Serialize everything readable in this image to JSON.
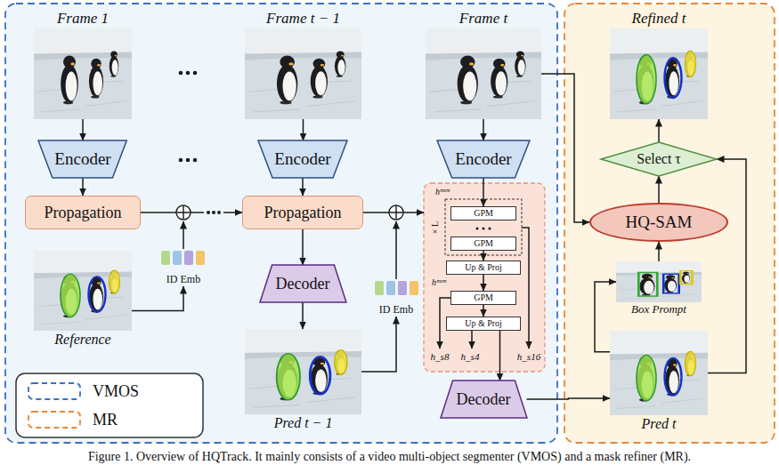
{
  "diagram": {
    "caption": "Figure 1. Overview of HQTrack. It mainly consists of a video multi-object segmenter (VMOS) and a mask refiner (MR).",
    "nodes": [
      {
        "text": [
          "Frame 1"
        ]
      },
      {
        "text": [
          "Frame t − 1"
        ]
      },
      {
        "text": [
          "Frame t"
        ]
      },
      {
        "text": [
          "Refined t"
        ]
      },
      {
        "text": [
          "Encoder"
        ]
      },
      {
        "text": [
          "Encoder"
        ]
      },
      {
        "text": [
          "Encoder"
        ]
      },
      {
        "text": [
          "Select τ"
        ]
      },
      {
        "text": [
          "Propagation"
        ]
      },
      {
        "text": [
          "Propagation"
        ]
      },
      {
        "text": [
          "GPM"
        ]
      },
      {
        "text": [
          "HQ-SAM"
        ]
      },
      {
        "text": [
          "GPM"
        ]
      },
      {
        "text": [
          "Reference"
        ]
      },
      {
        "text": [
          "ID Emb"
        ]
      },
      {
        "text": [
          "Up & Proj"
        ]
      },
      {
        "text": [
          "Decoder"
        ]
      },
      {
        "text": [
          "Box Prompt"
        ]
      },
      {
        "text": [
          "ID Emb"
        ]
      },
      {
        "text": [
          "GPM"
        ]
      },
      {
        "text": [
          "Up & Proj"
        ]
      },
      {
        "text": [
          "Pred t − 1"
        ]
      },
      {
        "text": [
          "Pred t"
        ]
      },
      {
        "text": [
          "Decoder"
        ]
      }
    ],
    "edges": [
      {
        "from": 0,
        "to": 4,
        "arrow": "to"
      },
      {
        "from": 1,
        "to": 5,
        "arrow": "to"
      },
      {
        "from": 2,
        "to": 6,
        "arrow": "to"
      },
      {
        "from": 4,
        "to": 8,
        "arrow": "to"
      },
      {
        "from": 5,
        "to": 9,
        "arrow": "to"
      },
      {
        "from": 9,
        "to": 16,
        "arrow": "to"
      },
      {
        "from": 16,
        "to": 21,
        "arrow": "to"
      },
      {
        "from": 8,
        "to": 9,
        "arrow": "to"
      },
      {
        "from": 13,
        "to": 14,
        "arrow": "to"
      },
      {
        "from": 21,
        "to": 18,
        "arrow": "to"
      },
      {
        "from": 6,
        "to": 10,
        "arrow": "to"
      },
      {
        "from": 12,
        "to": 15,
        "arrow": "to"
      },
      {
        "from": 15,
        "to": 19,
        "arrow": "to"
      },
      {
        "from": 19,
        "to": 20,
        "arrow": "to"
      },
      {
        "from": 20,
        "to": 23,
        "arrow": "to"
      },
      {
        "from": 2,
        "to": 11,
        "arrow": "to"
      },
      {
        "from": 23,
        "to": 22,
        "arrow": "to"
      },
      {
        "from": 22,
        "to": 17,
        "arrow": "to"
      },
      {
        "from": 17,
        "to": 11,
        "arrow": "to"
      },
      {
        "from": 11,
        "to": 7,
        "arrow": "to"
      },
      {
        "from": 22,
        "to": 7,
        "arrow": "to"
      },
      {
        "from": 7,
        "to": 3,
        "arrow": "to"
      }
    ],
    "labels": [
      "hᵐᵉᵐ",
      "× L",
      "hᵐᵉᵐ",
      "h_s8",
      "h_s4",
      "h_s16"
    ],
    "legend": [
      {
        "text": "VMOS"
      },
      {
        "text": "MR"
      }
    ]
  }
}
